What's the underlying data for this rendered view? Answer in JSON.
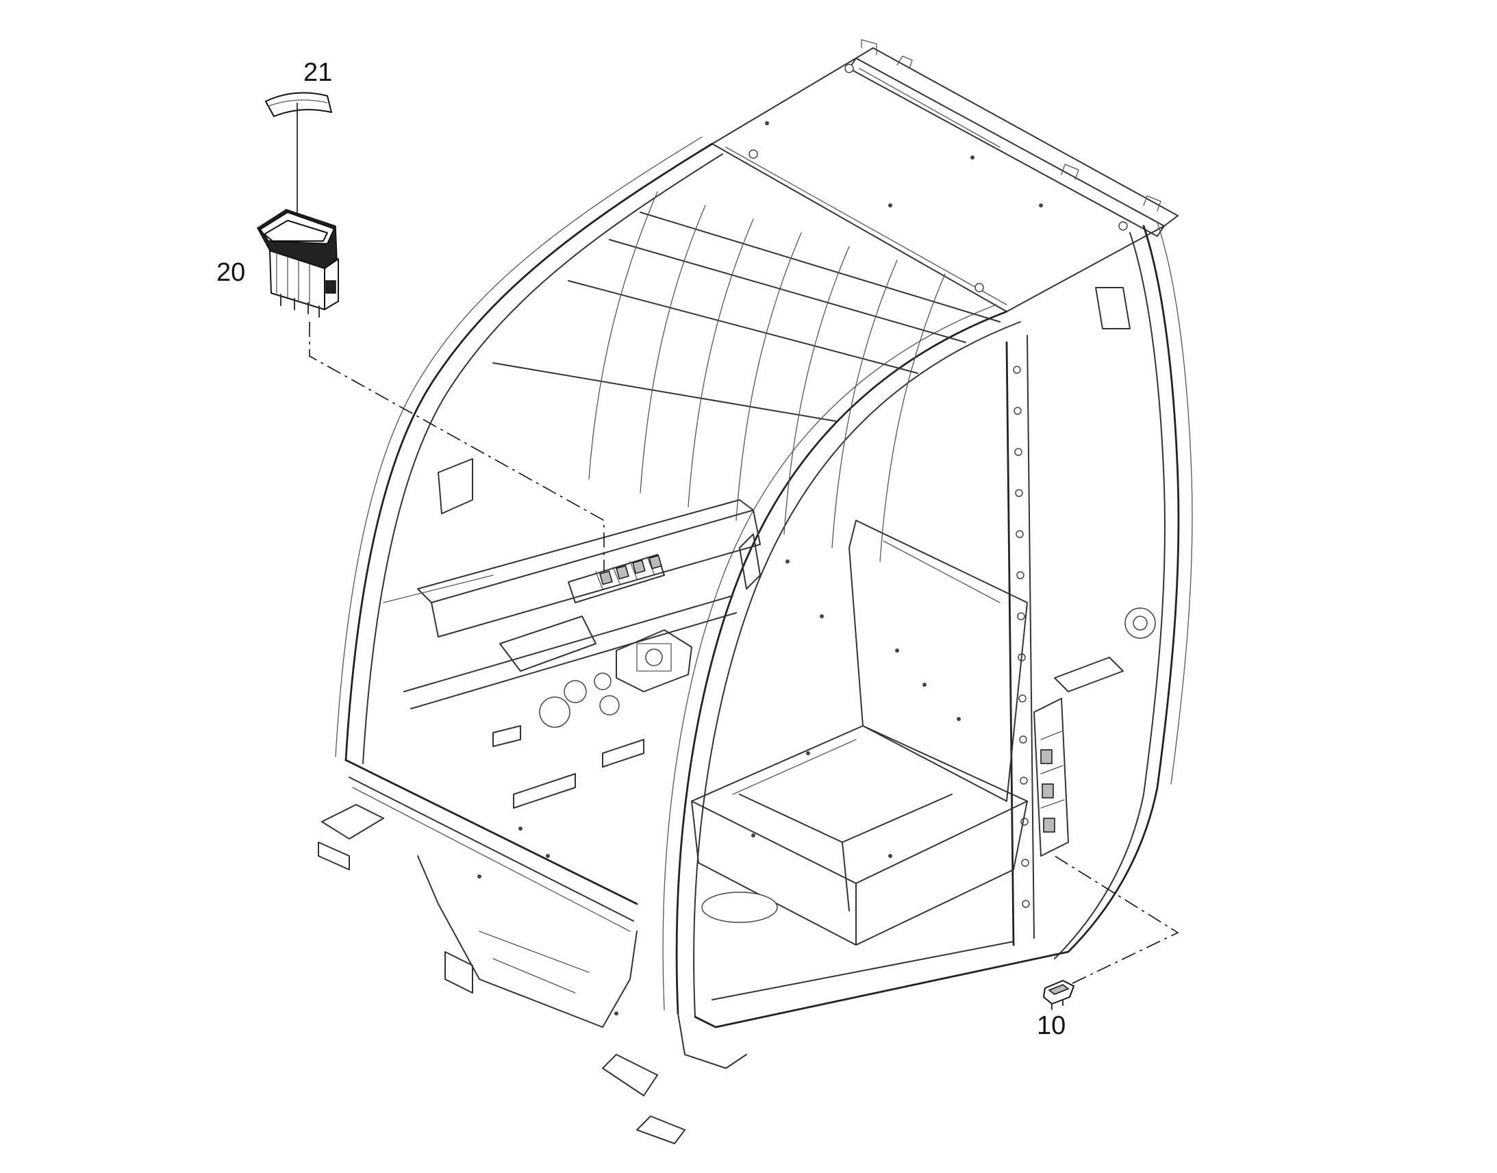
{
  "diagram": {
    "callouts": [
      {
        "id": "c21",
        "label": "21",
        "part": "rocker-switch-lens"
      },
      {
        "id": "c20",
        "label": "20",
        "part": "rocker-switch"
      },
      {
        "id": "c10",
        "label": "10",
        "part": "blade-fuse"
      }
    ]
  },
  "colors": {
    "line": "#333333",
    "background": "#ffffff",
    "label": "#111111"
  }
}
